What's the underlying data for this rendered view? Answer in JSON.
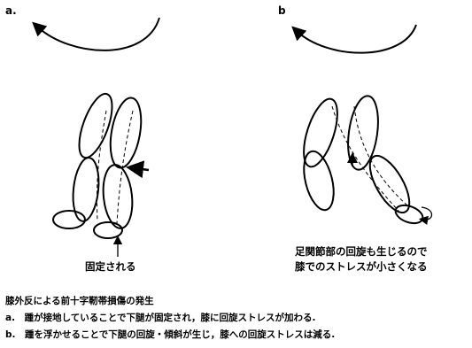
{
  "panel_a": {
    "label": "a.",
    "caption": "固定される"
  },
  "panel_b": {
    "label": "b",
    "caption_line1": "足関節部の回旋も生じるので",
    "caption_line2": "膝でのストレスが小さくなる"
  },
  "figure_caption": {
    "title": "膝外反による前十字靭帯損傷の発生",
    "item_a": "a.　踵が接地していることで下腿が固定され，膝に回旋ストレスが加わる.",
    "item_b": "b.　踵を浮かせることで下腿の回旋・傾斜が生じ，膝への回旋ストレスは減る."
  },
  "colors": {
    "ink": "#000000",
    "background": "#ffffff"
  }
}
